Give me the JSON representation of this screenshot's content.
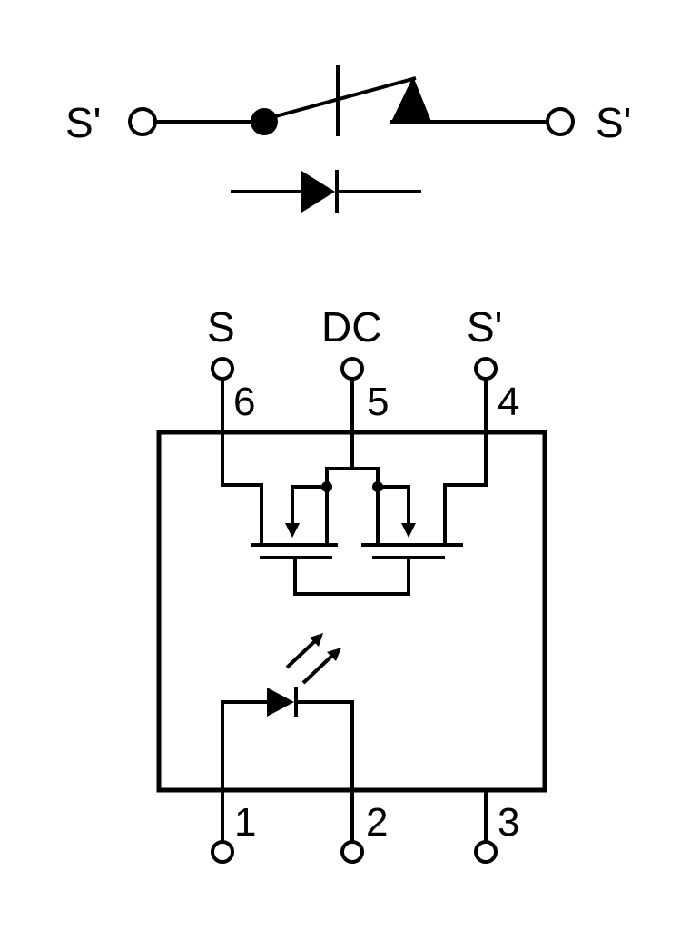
{
  "top_symbol": {
    "left_terminal_label": "S'",
    "right_terminal_label": "S'"
  },
  "package": {
    "top_pins": [
      {
        "name": "S",
        "number": "6"
      },
      {
        "name": "DC",
        "number": "5"
      },
      {
        "name": "S'",
        "number": "4"
      }
    ],
    "bottom_pins": [
      {
        "number": "1"
      },
      {
        "number": "2"
      },
      {
        "number": "3"
      }
    ]
  }
}
